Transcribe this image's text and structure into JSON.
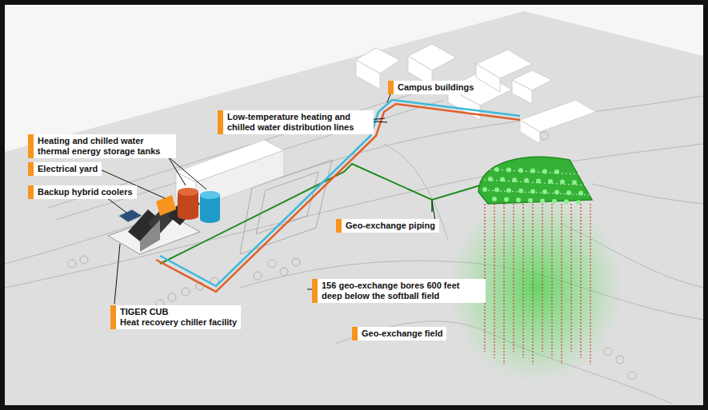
{
  "diagram": {
    "labels": [
      "Campus buildings",
      "Low-temperature heating and chilled water distribution lines",
      "Heating and chilled water thermal energy storage tanks",
      "Electrical yard",
      "Backup hybrid coolers",
      "Geo-exchange piping",
      "156 geo-exchange bores 600 feet deep below the softball field",
      "Geo-exchange field",
      "TIGER CUB",
      "Heat recovery chiller facility"
    ]
  }
}
